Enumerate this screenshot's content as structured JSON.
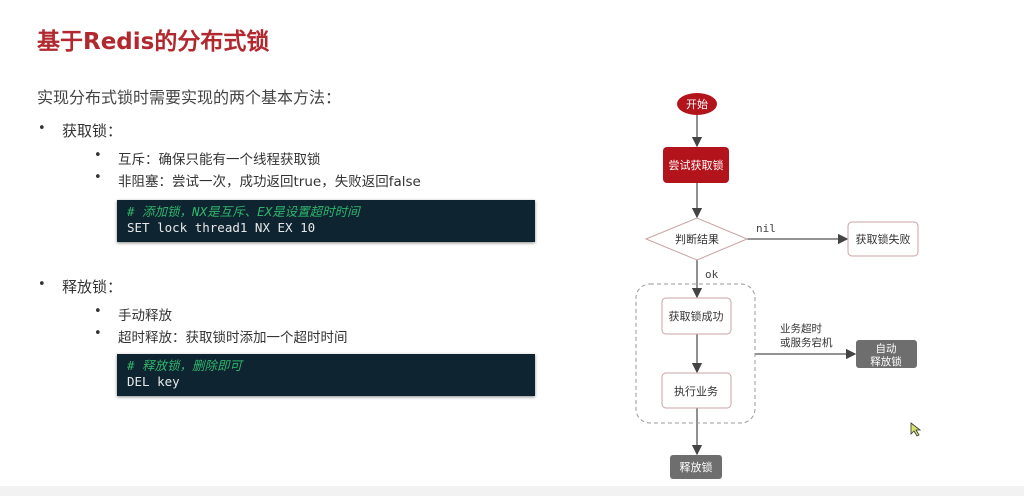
{
  "slide": {
    "title": "基于Redis的分布式锁",
    "intro": "实现分布式锁时需要实现的两个基本方法：",
    "sections": [
      {
        "heading": "获取锁：",
        "items": [
          "互斥：确保只能有一个线程获取锁",
          "非阻塞：尝试一次，成功返回true，失败返回false"
        ],
        "code_comment": "# 添加锁，NX是互斥、EX是设置超时时间",
        "code": "SET lock thread1 NX EX 10"
      },
      {
        "heading": "释放锁：",
        "items": [
          "手动释放",
          "超时释放：获取锁时添加一个超时时间"
        ],
        "code_comment": "# 释放锁，删除即可",
        "code": "DEL key"
      }
    ],
    "bullet": "•"
  },
  "flow": {
    "start": "开始",
    "try_lock": "尝试获取锁",
    "judge": "判断结果",
    "nil_label": "nil",
    "fail": "获取锁失败",
    "ok_label": "ok",
    "success": "获取锁成功",
    "execute": "执行业务",
    "timeout_line1": "业务超时",
    "timeout_line2": "或服务宕机",
    "auto_release_line1": "自动",
    "auto_release_line2": "释放锁",
    "release": "释放锁",
    "colors": {
      "red": "#b3131b",
      "gray": "#6e6e6e",
      "border": "#c9a3a3"
    }
  }
}
